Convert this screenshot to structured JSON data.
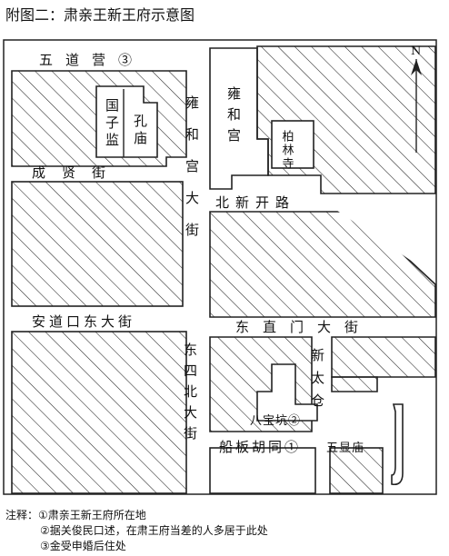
{
  "title": "附图二：肃亲王新王府示意图",
  "compass": {
    "label": "N"
  },
  "blocks": {
    "guozijian": "国子监",
    "kongmiao": "孔庙",
    "yonghegong": "雍和宫",
    "bailinsi": "柏林寺"
  },
  "streets": {
    "wudaoying": "五道营③",
    "chengxianjie": "成贤街",
    "yonghegongdajie": "雍和宫大街",
    "beixinqiaolu": "北新开路",
    "andingmen": "安道口东大街",
    "dongzhimen": "东直门大街",
    "dongsibeidajie": "东四北大街",
    "xintai": "新太仓",
    "babaokeng": "八宝坑②",
    "chuanbanhutong": "船板胡同①",
    "wuxianmiao": "五显庙"
  },
  "notes": {
    "label": "注释：",
    "items": [
      "①肃亲王新王府所在地",
      "②据关俊民口述，在肃王府当差的人多居于此处",
      "③金受申婚后住处"
    ]
  }
}
